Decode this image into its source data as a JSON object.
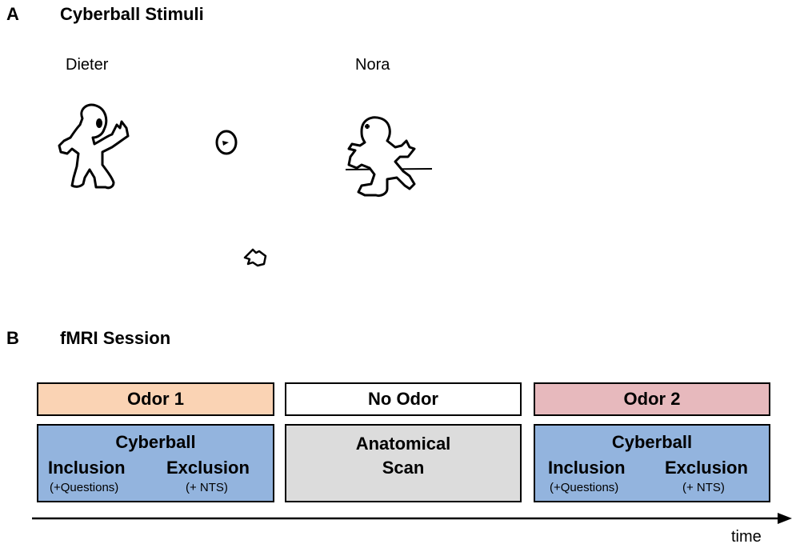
{
  "panel_a": {
    "letter": "A",
    "title": "Cyberball Stimuli"
  },
  "players": {
    "left_name": "Dieter",
    "right_name": "Nora"
  },
  "panel_b": {
    "letter": "B",
    "title": "fMRI Session"
  },
  "odor_row": [
    {
      "label": "Odor 1",
      "color": "#fad3b4"
    },
    {
      "label": "No Odor",
      "color": "#ffffff"
    },
    {
      "label": "Odor 2",
      "color": "#e7b9bd"
    }
  ],
  "task_row": {
    "left": {
      "title": "Cyberball",
      "inclusion": "Inclusion",
      "exclusion": "Exclusion",
      "inclusion_note": "(+Questions)",
      "exclusion_note": "(+ NTS)",
      "color": "#93b4de"
    },
    "middle": {
      "line1": "Anatomical",
      "line2": "Scan",
      "color": "#dcdcdc"
    },
    "right": {
      "title": "Cyberball",
      "inclusion": "Inclusion",
      "exclusion": "Exclusion",
      "inclusion_note": "(+Questions)",
      "exclusion_note": "(+ NTS)",
      "color": "#93b4de"
    }
  },
  "axis": {
    "label": "time"
  }
}
